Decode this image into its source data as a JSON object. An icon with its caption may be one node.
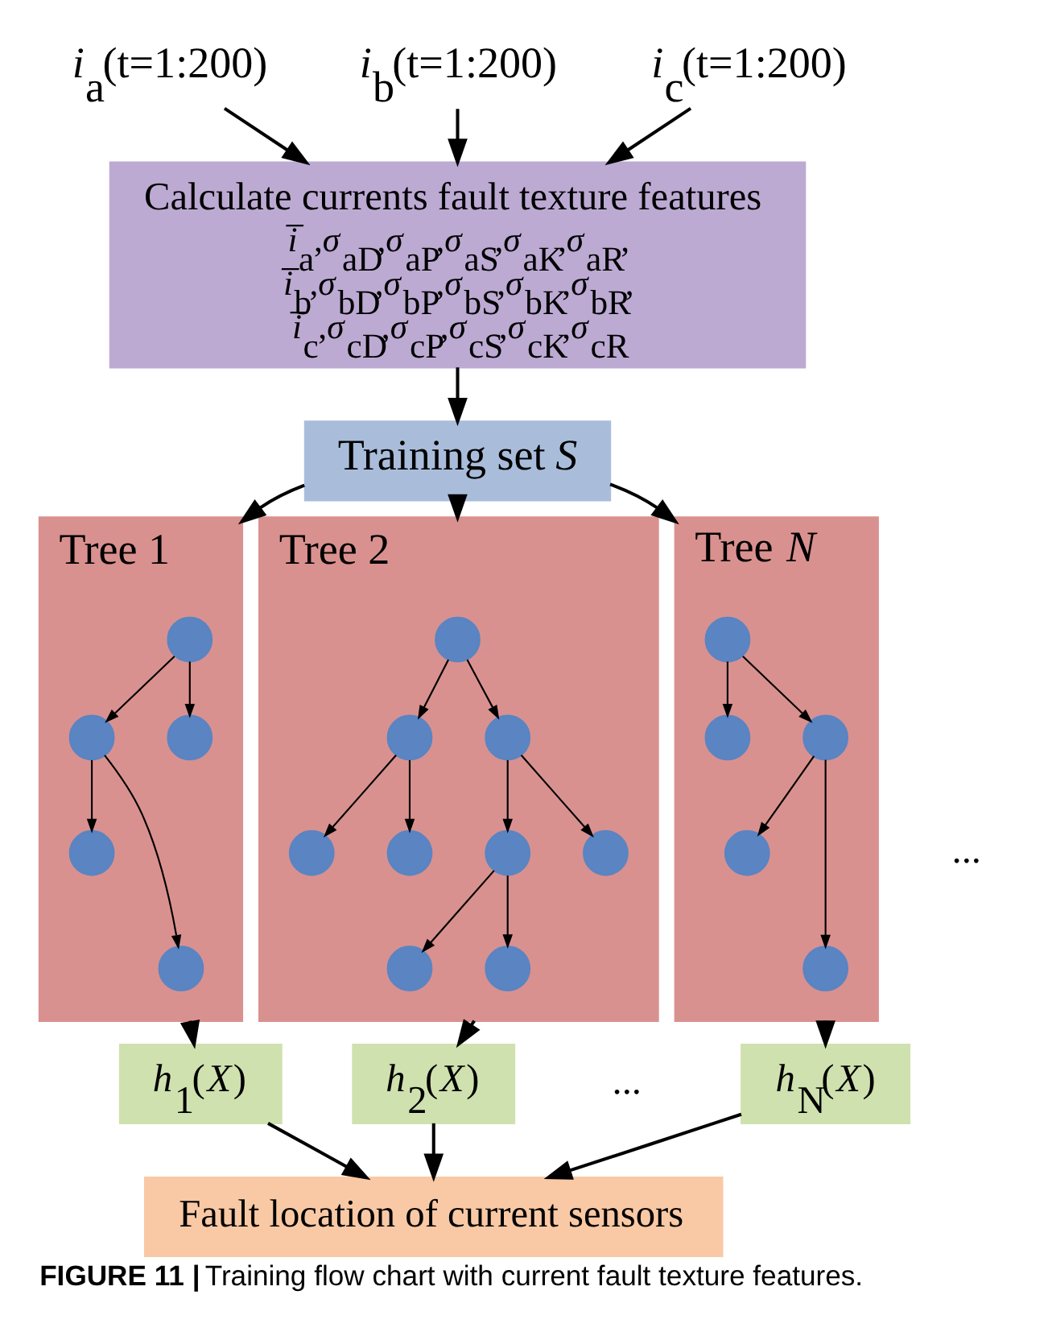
{
  "diagram": {
    "caption": "**FIGURE 11 |** Training flow chart with current fault texture features.",
    "nodes": [
      {
        "text": [
          "*i*$_{a}$(t=1:200)"
        ]
      },
      {
        "text": [
          "*i*$_{b}$(t=1:200)"
        ]
      },
      {
        "text": [
          "*i*$_{c}$(t=1:200)"
        ]
      },
      {
        "text": [
          "Calculate currents fault texture features",
          "*i̅*$_{a}$,*σ*$_{aD}$,*σ*$_{aP}$,*σ*$_{aS}$,*σ*$_{aK}$,*σ*$_{aR}$,*i̅*$_{b}$,*σ*$_{bD}$,*σ*$_{bP}$,*σ*$_{bS}$,*σ*$_{bK}$,*σ*$_{bR}$,*i̅*$_{c}$,*σ*$_{cD}$,*σ*$_{cP}$,*σ*$_{cS}$,*σ*$_{cK}$,*σ*$_{cR}$"
        ]
      },
      {
        "text": [
          "Training set *S*"
        ]
      },
      {
        "text": [
          "Tree 1"
        ]
      },
      {
        "text": [],
        "shape": "circle",
        "in": 5
      },
      {
        "text": [],
        "shape": "circle",
        "in": 5
      },
      {
        "text": [],
        "shape": "circle",
        "in": 5
      },
      {
        "text": [],
        "shape": "circle",
        "in": 5
      },
      {
        "text": [],
        "shape": "circle",
        "in": 5
      },
      {
        "text": [
          "Tree 2"
        ]
      },
      {
        "text": [],
        "shape": "circle",
        "in": 11
      },
      {
        "text": [],
        "shape": "circle",
        "in": 11
      },
      {
        "text": [],
        "shape": "circle",
        "in": 11
      },
      {
        "text": [],
        "shape": "circle",
        "in": 11
      },
      {
        "text": [],
        "shape": "circle",
        "in": 11
      },
      {
        "text": [],
        "shape": "circle",
        "in": 11
      },
      {
        "text": [],
        "shape": "circle",
        "in": 11
      },
      {
        "text": [],
        "shape": "circle",
        "in": 11
      },
      {
        "text": [],
        "shape": "circle",
        "in": 11
      },
      {
        "text": [
          "Tree *N*"
        ]
      },
      {
        "text": [],
        "shape": "circle",
        "in": 21
      },
      {
        "text": [],
        "shape": "circle",
        "in": 21
      },
      {
        "text": [],
        "shape": "circle",
        "in": 21
      },
      {
        "text": [],
        "shape": "circle",
        "in": 21
      },
      {
        "text": [],
        "shape": "circle",
        "in": 21
      },
      {
        "text": [
          "*h*$_{1}$(*X*)"
        ]
      },
      {
        "text": [
          "*h*$_{2}$(*X*)"
        ]
      },
      {
        "text": [
          "*h*$_{N}$(*X*)"
        ]
      },
      {
        "text": [
          "Fault location of current sensors"
        ]
      }
    ],
    "edges": [
      {
        "from": 0,
        "to": 3,
        "arrow": "to"
      },
      {
        "from": 1,
        "to": 3,
        "arrow": "to"
      },
      {
        "from": 2,
        "to": 3,
        "arrow": "to"
      },
      {
        "from": 3,
        "to": 4,
        "arrow": "to"
      },
      {
        "from": 4,
        "to": 5,
        "arrow": "to"
      },
      {
        "from": 4,
        "to": 11,
        "arrow": "to"
      },
      {
        "from": 4,
        "to": 21,
        "arrow": "to"
      },
      {
        "from": 6,
        "to": 7,
        "arrow": "to"
      },
      {
        "from": 6,
        "to": 8,
        "arrow": "to"
      },
      {
        "from": 7,
        "to": 9,
        "arrow": "to"
      },
      {
        "from": 7,
        "to": 10,
        "arrow": "to"
      },
      {
        "from": 12,
        "to": 13,
        "arrow": "to"
      },
      {
        "from": 12,
        "to": 14,
        "arrow": "to"
      },
      {
        "from": 13,
        "to": 15,
        "arrow": "to"
      },
      {
        "from": 13,
        "to": 16,
        "arrow": "to"
      },
      {
        "from": 14,
        "to": 17,
        "arrow": "to"
      },
      {
        "from": 14,
        "to": 18,
        "arrow": "to"
      },
      {
        "from": 17,
        "to": 19,
        "arrow": "to"
      },
      {
        "from": 17,
        "to": 20,
        "arrow": "to"
      },
      {
        "from": 22,
        "to": 23,
        "arrow": "to"
      },
      {
        "from": 22,
        "to": 24,
        "arrow": "to"
      },
      {
        "from": 24,
        "to": 25,
        "arrow": "to"
      },
      {
        "from": 24,
        "to": 26,
        "arrow": "to"
      },
      {
        "from": 5,
        "to": 27,
        "arrow": "to"
      },
      {
        "from": 11,
        "to": 28,
        "arrow": "to"
      },
      {
        "from": 21,
        "to": 29,
        "arrow": "to"
      },
      {
        "from": 27,
        "to": 30,
        "arrow": "to"
      },
      {
        "from": 28,
        "to": 30,
        "arrow": "to"
      },
      {
        "from": 29,
        "to": 30,
        "arrow": "to"
      }
    ],
    "labels": [
      "...",
      "..."
    ]
  }
}
